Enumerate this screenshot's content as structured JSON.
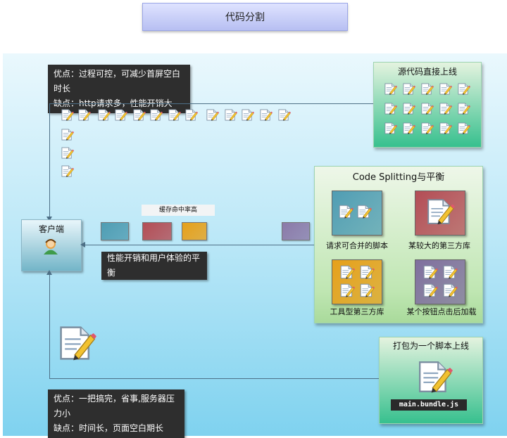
{
  "title": "代码分割",
  "top_note": {
    "line1": "优点：过程可控，可减少首屏空白时长",
    "line2": "缺点：http请求多，性能开销大"
  },
  "bottom_note": {
    "line1": "优点：一把搞完，省事,服务器压力小",
    "line2": "缺点：时间长，页面空白期长"
  },
  "source_panel": {
    "title": "源代码直接上线",
    "icon": "script-file-icon"
  },
  "client": {
    "label": "客户端",
    "icon": "user-avatar-icon"
  },
  "cache_label": "缓存命中率高",
  "balance_label": "性能开销和用户体验的平衡",
  "split_panel": {
    "title": "Code Splitting与平衡",
    "items": [
      {
        "label": "请求可合并的脚本",
        "color": "#4f9db3"
      },
      {
        "label": "某较大的第三方库",
        "color": "#b34d55"
      },
      {
        "label": "工具型第三方库",
        "color": "#e6a01a"
      },
      {
        "label": "某个按钮点击后加载",
        "color": "#7f6f9e"
      }
    ]
  },
  "bundle_panel": {
    "title": "打包为一个脚本上线",
    "filename": "main.bundle.js"
  },
  "swatch_colors": [
    "#4f9db3",
    "#b34d55",
    "#e6a01a",
    "#8b7aa8"
  ]
}
